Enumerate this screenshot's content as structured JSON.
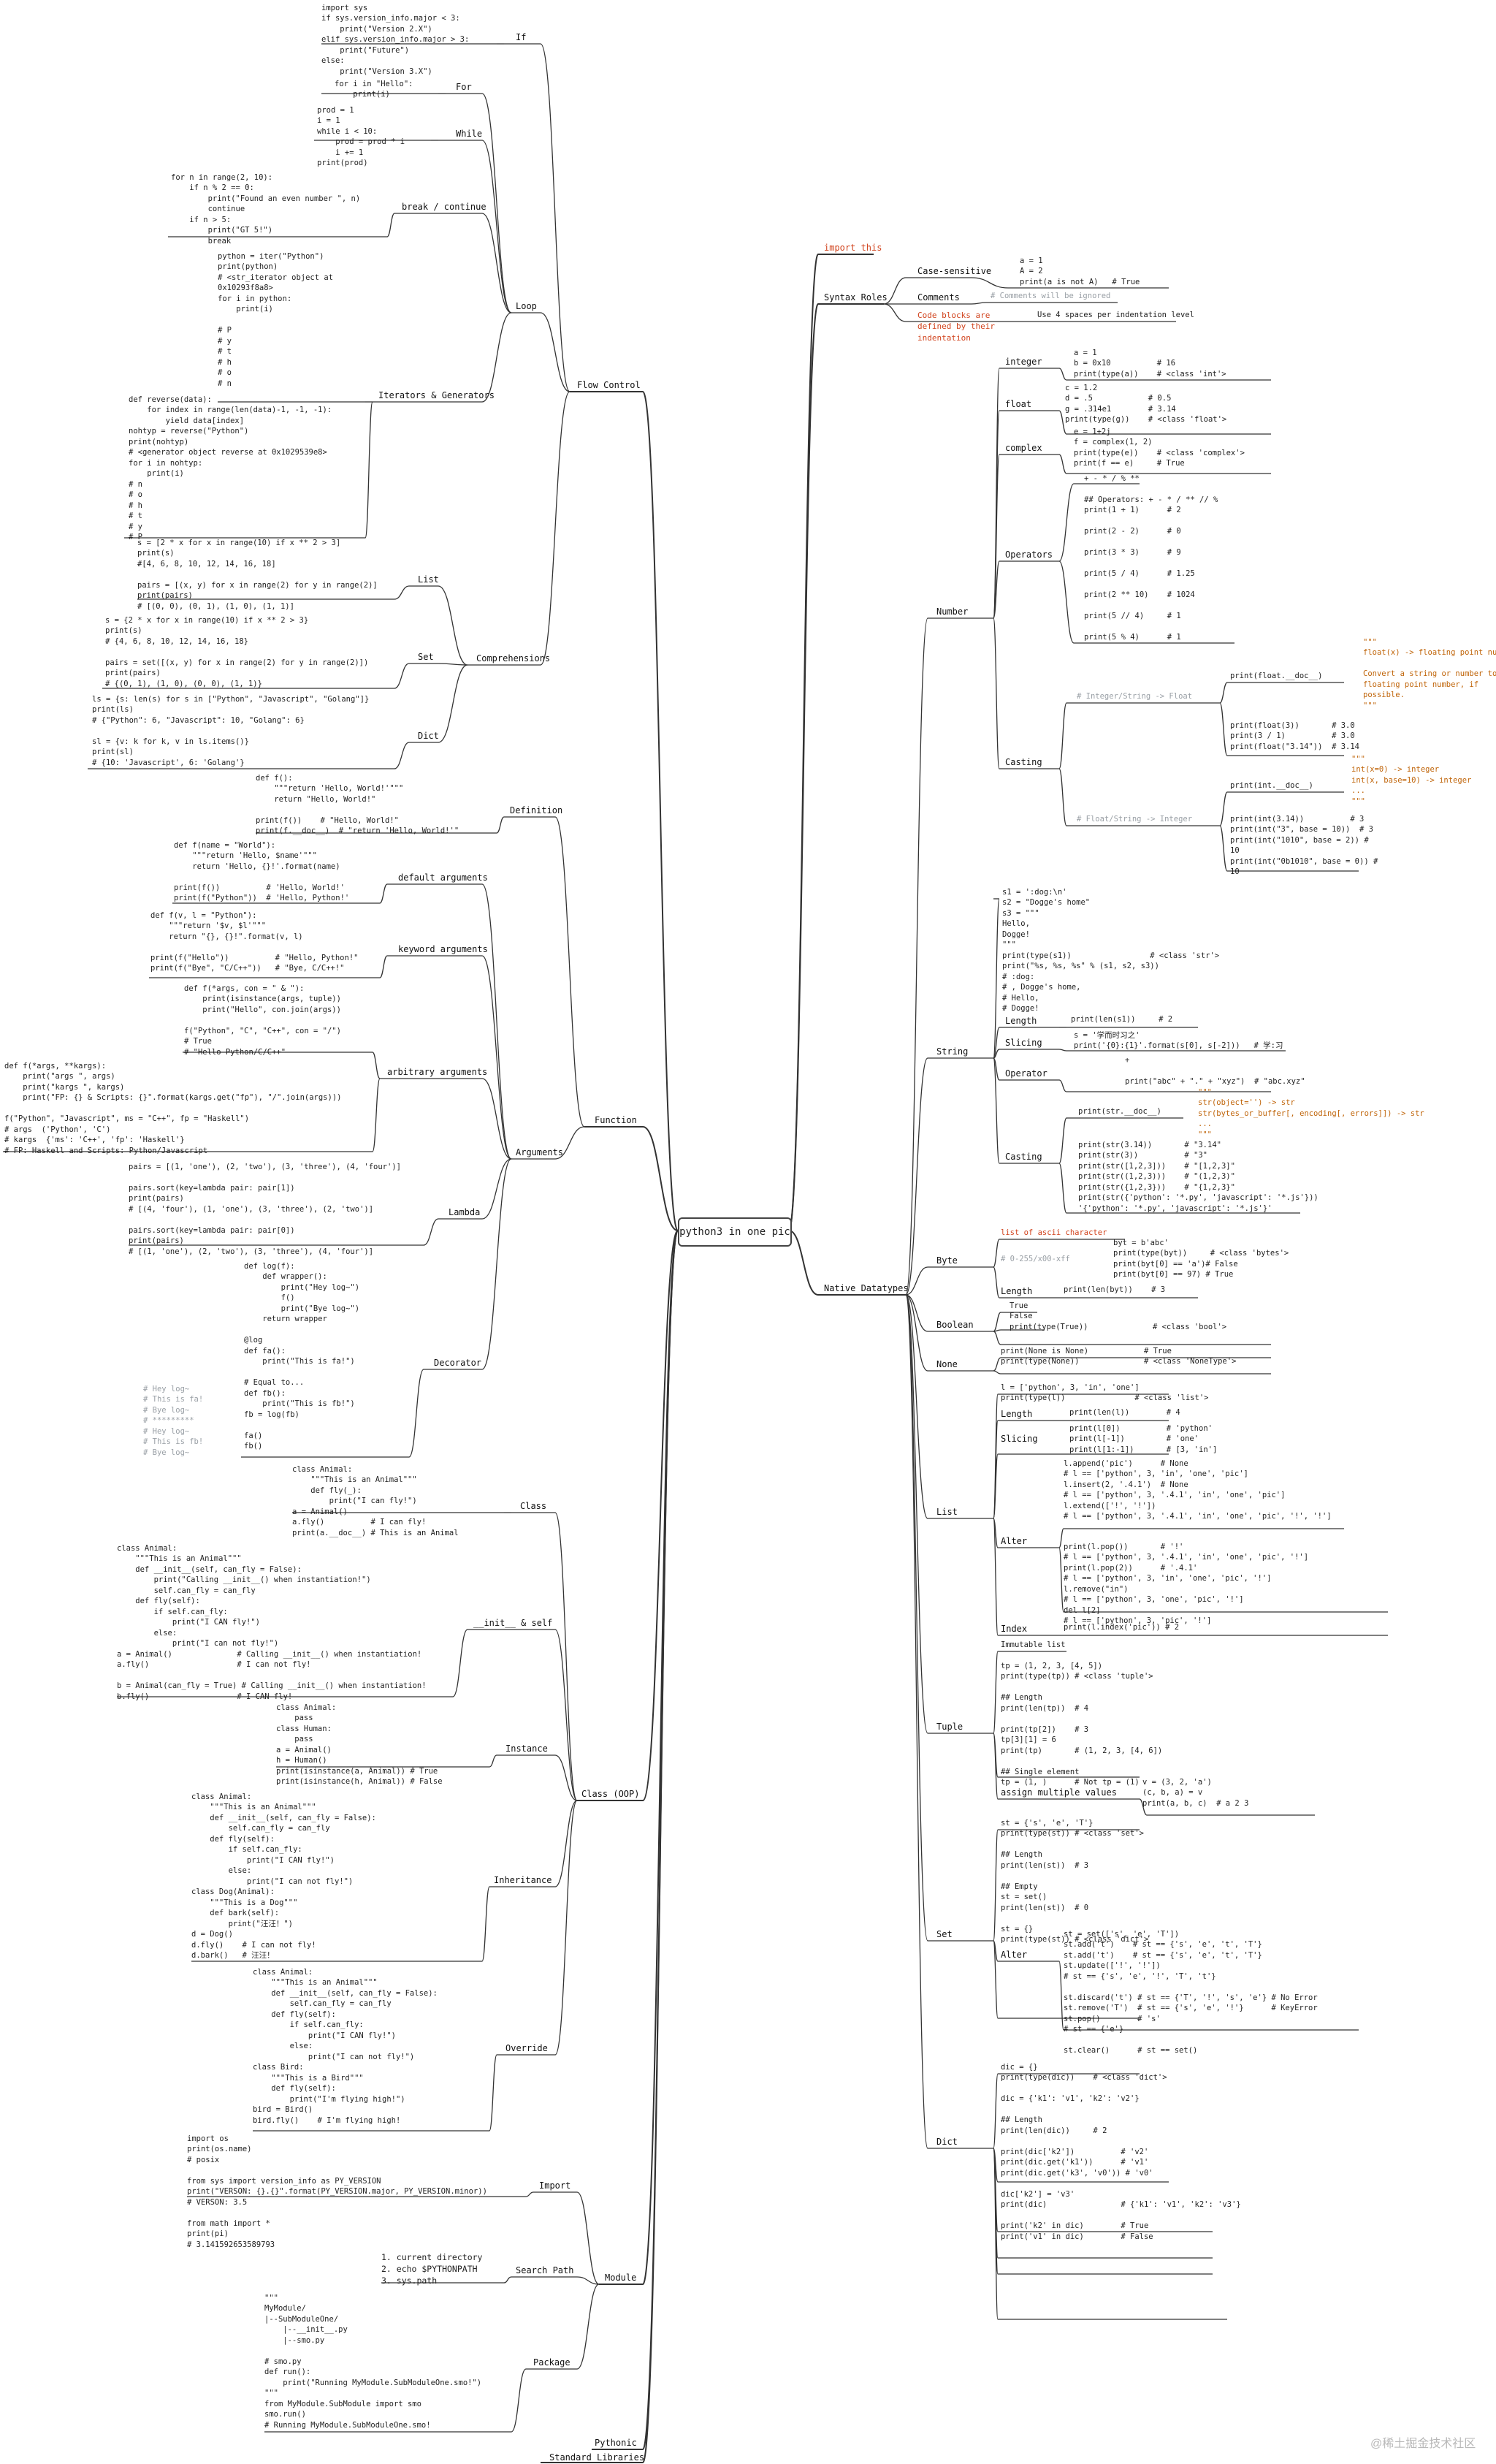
{
  "root": "python3 in one pic",
  "watermark": "@稀土掘金技术社区",
  "colors": {
    "keyword": "#d1431d",
    "string": "#c0650a",
    "comment": "#9aa0a6",
    "number": "#1f6fb2",
    "line": "#333333"
  },
  "branches": {
    "flow_control": "Flow Control",
    "if": "If",
    "loop": "Loop",
    "for": "For",
    "while": "While",
    "break_continue": "break / continue",
    "iterators": "Iterators & Generators",
    "comprehensions": "Comprehensions",
    "list_c": "List",
    "set_c": "Set",
    "dict_c": "Dict",
    "function": "Function",
    "definition": "Definition",
    "arguments": "Arguments",
    "default_args": "default arguments",
    "keyword_args": "keyword arguments",
    "arbitrary_args": "arbitrary arguments",
    "lambda": "Lambda",
    "decorator": "Decorator",
    "class_oop": "Class (OOP)",
    "class": "Class",
    "init_self": "__init__ & self",
    "instance": "Instance",
    "inheritance": "Inheritance",
    "override": "Override",
    "module": "Module",
    "import": "Import",
    "search_path": "Search Path",
    "package": "Package",
    "pythonic": "Pythonic",
    "stdlib": "Standard Libraries",
    "import_this": "import this",
    "syntax_roles": "Syntax Roles",
    "case_sensitive": "Case-sensitive",
    "comments": "Comments",
    "code_blocks": "Code blocks are\ndefined by their\nindentation",
    "native": "Native Datatypes",
    "number": "Number",
    "integer": "integer",
    "float": "float",
    "complex": "complex",
    "operators": "Operators",
    "casting": "Casting",
    "string": "String",
    "length": "Length",
    "slicing": "Slicing",
    "s_operator": "Operator",
    "s_casting": "Casting",
    "byte": "Byte",
    "b_length": "Length",
    "boolean": "Boolean",
    "none": "None",
    "list": "List",
    "l_length": "Length",
    "l_slicing": "Slicing",
    "alter": "Alter",
    "index": "Index",
    "tuple": "Tuple",
    "assign_multi": "assign multiple values",
    "set": "Set",
    "set_alter": "Alter",
    "dict": "Dict"
  },
  "snippets": {
    "if": "import sys\nif sys.version_info.major < 3:\n    print(\"Version 2.X\")\nelif sys.version_info.major > 3:\n    print(\"Future\")\nelse:\n    print(\"Version 3.X\")",
    "for": "for i in \"Hello\":\n    print(i)",
    "while": "prod = 1\ni = 1\nwhile i < 10:\n    prod = prod * i\n    i += 1\nprint(prod)",
    "break": "for n in range(2, 10):\n    if n % 2 == 0:\n        print(\"Found an even number \", n)\n        continue\n    if n > 5:\n        print(\"GT 5!\")\n        break",
    "iter": "python = iter(\"Python\")\nprint(python)\n# <str_iterator object at\n0x10293f8a8>\nfor i in python:\n    print(i)\n\n# P\n# y\n# t\n# h\n# o\n# n",
    "gen": "def reverse(data):\n    for index in range(len(data)-1, -1, -1):\n        yield data[index]\nnohtyp = reverse(\"Python\")\nprint(nohtyp)\n# <generator object reverse at 0x1029539e8>\nfor i in nohtyp:\n    print(i)\n# n\n# o\n# h\n# t\n# y\n# P",
    "list_c": "s = [2 * x for x in range(10) if x ** 2 > 3]\nprint(s)\n#[4, 6, 8, 10, 12, 14, 16, 18]\n\npairs = [(x, y) for x in range(2) for y in range(2)]\nprint(pairs)\n# [(0, 0), (0, 1), (1, 0), (1, 1)]",
    "set_c": "s = {2 * x for x in range(10) if x ** 2 > 3}\nprint(s)\n# {4, 6, 8, 10, 12, 14, 16, 18}\n\npairs = set([(x, y) for x in range(2) for y in range(2)])\nprint(pairs)\n# {(0, 1), (1, 0), (0, 0), (1, 1)}",
    "dict_c": "ls = {s: len(s) for s in [\"Python\", \"Javascript\", \"Golang\"]}\nprint(ls)\n# {\"Python\": 6, \"Javascript\": 10, \"Golang\": 6}\n\nsl = {v: k for k, v in ls.items()}\nprint(sl)\n# {10: 'Javascript', 6: 'Golang'}",
    "definition": "def f():\n    \"\"\"return 'Hello, World!'\"\"\"\n    return \"Hello, World!\"\n\nprint(f())    # \"Hello, World!\"\nprint(f.__doc__)  # \"return 'Hello, World!'\"",
    "default_args": "def f(name = \"World\"):\n    \"\"\"return 'Hello, $name'\"\"\"\n    return 'Hello, {}!'.format(name)\n\nprint(f())          # 'Hello, World!'\nprint(f(\"Python\"))  # 'Hello, Python!'",
    "keyword_args": "def f(v, l = \"Python\"):\n    \"\"\"return '$v, $l'\"\"\"\n    return \"{}, {}!\".format(v, l)\n\nprint(f(\"Hello\"))          # \"Hello, Python!\"\nprint(f(\"Bye\", \"C/C++\"))   # \"Bye, C/C++!\"",
    "arbitrary_1": "def f(*args, con = \" & \"):\n    print(isinstance(args, tuple))\n    print(\"Hello\", con.join(args))\n\nf(\"Python\", \"C\", \"C++\", con = \"/\")\n# True\n# \"Hello Python/C/C++\"",
    "arbitrary_2": "def f(*args, **kargs):\n    print(\"args \", args)\n    print(\"kargs \", kargs)\n    print(\"FP: {} & Scripts: {}\".format(kargs.get(\"fp\"), \"/\".join(args)))\n\nf(\"Python\", \"Javascript\", ms = \"C++\", fp = \"Haskell\")\n# args  ('Python', 'C')\n# kargs  {'ms': 'C++', 'fp': 'Haskell'}\n# FP: Haskell and Scripts: Python/Javascript",
    "lambda": "pairs = [(1, 'one'), (2, 'two'), (3, 'three'), (4, 'four')]\n\npairs.sort(key=lambda pair: pair[1])\nprint(pairs)\n# [(4, 'four'), (1, 'one'), (3, 'three'), (2, 'two')]\n\npairs.sort(key=lambda pair: pair[0])\nprint(pairs)\n# [(1, 'one'), (2, 'two'), (3, 'three'), (4, 'four')]",
    "decorator": "def log(f):\n    def wrapper():\n        print(\"Hey log~\")\n        f()\n        print(\"Bye log~\")\n    return wrapper\n\n@log\ndef fa():\n    print(\"This is fa!\")\n\n# Equal to...\ndef fb():\n    print(\"This is fb!\")\nfb = log(fb)\n\nfa()\nfb()",
    "decorator_out": "# Hey log~\n# This is fa!\n# Bye log~\n# *********\n# Hey log~\n# This is fb!\n# Bye log~",
    "class": "class Animal:\n    \"\"\"This is an Animal\"\"\"\n    def fly(_):\n        print(\"I can fly!\")\na = Animal()\na.fly()          # I can fly!\nprint(a.__doc__) # This is an Animal",
    "init_self": "class Animal:\n    \"\"\"This is an Animal\"\"\"\n    def __init__(self, can_fly = False):\n        print(\"Calling __init__() when instantiation!\")\n        self.can_fly = can_fly\n    def fly(self):\n        if self.can_fly:\n            print(\"I CAN fly!\")\n        else:\n            print(\"I can not fly!\")\na = Animal()              # Calling __init__() when instantiation!\na.fly()                   # I can not fly!\n\nb = Animal(can_fly = True) # Calling __init__() when instantiation!\nb.fly()                   # I CAN fly!",
    "instance": "class Animal:\n    pass\nclass Human:\n    pass\na = Animal()\nh = Human()\nprint(isinstance(a, Animal)) # True\nprint(isinstance(h, Animal)) # False",
    "inheritance": "class Animal:\n    \"\"\"This is an Animal\"\"\"\n    def __init__(self, can_fly = False):\n        self.can_fly = can_fly\n    def fly(self):\n        if self.can_fly:\n            print(\"I CAN fly!\")\n        else:\n            print(\"I can not fly!\")\nclass Dog(Animal):\n    \"\"\"This is a Dog\"\"\"\n    def bark(self):\n        print(\"汪汪！\")\nd = Dog()\nd.fly()    # I can not fly!\nd.bark()   # 汪汪！",
    "override": "class Animal:\n    \"\"\"This is an Animal\"\"\"\n    def __init__(self, can_fly = False):\n        self.can_fly = can_fly\n    def fly(self):\n        if self.can_fly:\n            print(\"I CAN fly!\")\n        else:\n            print(\"I can not fly!\")\nclass Bird:\n    \"\"\"This is a Bird\"\"\"\n    def fly(self):\n        print(\"I'm flying high!\")\nbird = Bird()\nbird.fly()    # I'm flying high!",
    "import": "import os\nprint(os.name)\n# posix\n\nfrom sys import version_info as PY_VERSION\nprint(\"VERSON: {}.{}\".format(PY_VERSION.major, PY_VERSION.minor))\n# VERSON: 3.5\n\nfrom math import *\nprint(pi)\n# 3.141592653589793",
    "search_path": "1. current directory\n2. echo $PYTHONPATH\n3. sys.path",
    "package": "\"\"\"\nMyModule/\n|--SubModuleOne/\n    |--__init__.py\n    |--smo.py\n\n# smo.py\ndef run():\n    print(\"Running MyModule.SubModuleOne.smo!\")\n\"\"\"\nfrom MyModule.SubModule import smo\nsmo.run()\n# Running MyModule.SubModuleOne.smo!",
    "case_sensitive": "a = 1\nA = 2\nprint(a is not A)   # True",
    "comments": "# Comments will be ignored",
    "code_blocks": "Use 4 spaces per indentation level",
    "integer": "a = 1\nb = 0x10          # 16\nprint(type(a))    # <class 'int'>",
    "float": "c = 1.2\nd = .5            # 0.5\ng = .314e1        # 3.14\nprint(type(g))    # <class 'float'>",
    "complex": "e = 1+2j\nf = complex(1, 2)\nprint(type(e))    # <class 'complex'>\nprint(f == e)     # True",
    "operators": "+ - * / % **\n\n## Operators: + - * / ** // %\nprint(1 + 1)      # 2\n\nprint(2 - 2)      # 0\n\nprint(3 * 3)      # 9\n\nprint(5 / 4)      # 1.25\n\nprint(2 ** 10)    # 1024\n\nprint(5 // 4)     # 1\n\nprint(5 % 4)      # 1",
    "cast_float_hdr": "# Integer/String -> Float",
    "cast_float": "print(float.__doc__)",
    "cast_float_doc": "\"\"\"\nfloat(x) -> floating point number\n\nConvert a string or number to a\nfloating point number, if\npossible.\n\"\"\"",
    "cast_float_ex": "print(float(3))       # 3.0\nprint(3 / 1)          # 3.0\nprint(float(\"3.14\"))  # 3.14",
    "cast_int_hdr": "# Float/String -> Integer",
    "cast_int": "print(int.__doc__)",
    "cast_int_doc": "\"\"\"\nint(x=0) -> integer\nint(x, base=10) -> integer\n...\n\"\"\"",
    "cast_int_ex": "print(int(3.14))          # 3\nprint(int(\"3\", base = 10))  # 3\nprint(int(\"1010\", base = 2)) #\n10\nprint(int(\"0b1010\", base = 0)) #\n10",
    "string": "s1 = ':dog:\\n'\ns2 = \"Dogge's home\"\ns3 = \"\"\"\nHello,\nDogge!\n\"\"\"\nprint(type(s1))                 # <class 'str'>\nprint(\"%s, %s, %s\" % (s1, s2, s3))\n# :dog:\n# , Dogge's home,\n# Hello,\n# Dogge!",
    "s_length": "print(len(s1))     # 2",
    "s_slicing": "s = '学而时习之'\nprint('{0}:{1}'.format(s[0], s[-2]))   # 学:习",
    "s_operator": "+\n\nprint(\"abc\" + \".\" + \"xyz\")  # \"abc.xyz\"",
    "s_cast": "print(str.__doc__)",
    "s_cast_doc": "\"\"\"\nstr(object='') -> str\nstr(bytes_or_buffer[, encoding[, errors]]) -> str\n...\n\"\"\"",
    "s_cast_ex": "print(str(3.14))       # \"3.14\"\nprint(str(3))          # \"3\"\nprint(str([1,2,3]))    # \"[1,2,3]\"\nprint(str((1,2,3)))    # \"(1,2,3)\"\nprint(str({1,2,3}))    # \"{1,2,3}\"\nprint(str({'python': '*.py', 'javascript': '*.js'}))\n'{'python': '*.py', 'javascript': '*.js'}'",
    "byte_hdr": "list of ascii character",
    "byte_range": "# 0-255/x00-xff",
    "byte": "byt = b'abc'\nprint(type(byt))     # <class 'bytes'>\nprint(byt[0] == 'a')# False\nprint(byt[0] == 97) # True",
    "b_length": "print(len(byt))    # 3",
    "boolean": "True\nFalse\nprint(type(True))              # <class 'bool'>",
    "none": "print(None is None)            # True\nprint(type(None))              # <class 'NoneType'>",
    "list": "l = ['python', 3, 'in', 'one']\nprint(type(l))               # <class 'list'>",
    "l_length": "print(len(l))        # 4",
    "l_slicing": "print(l[0])          # 'python'\nprint(l[-1])         # 'one'\nprint(l[1:-1])       # [3, 'in']",
    "alter_1": "l.append('pic')      # None\n# l == ['python', 3, 'in', 'one', 'pic']\nl.insert(2, '.4.1')  # None\n# l == ['python', 3, '.4.1', 'in', 'one', 'pic']\nl.extend(['!', '!'])\n# l == ['python', 3, '.4.1', 'in', 'one', 'pic', '!', '!']",
    "alter_2": "print(l.pop())       # '!'\n# l == ['python', 3, '.4.1', 'in', 'one', 'pic', '!']\nprint(l.pop(2))      # '.4.1'\n# l == ['python', 3, 'in', 'one', 'pic', '!']\nl.remove(\"in\")\n# l == ['python', 3, 'one', 'pic', '!']\ndel l[2]\n# l == ['python', 3, 'pic', '!']",
    "index": "print(l.index('pic')) # 2",
    "tuple": "Immutable list\n\ntp = (1, 2, 3, [4, 5])\nprint(type(tp)) # <class 'tuple'>\n\n## Length\nprint(len(tp))  # 4\n\nprint(tp[2])    # 3\ntp[3][1] = 6\nprint(tp)       # (1, 2, 3, [4, 6])\n\n## Single element\ntp = (1, )      # Not tp = (1)",
    "assign_multi": "v = (3, 2, 'a')\n(c, b, a) = v\nprint(a, b, c)  # a 2 3",
    "set": "st = {'s', 'e', 'T'}\nprint(type(st)) # <class 'set'>\n\n## Length\nprint(len(st))  # 3\n\n## Empty\nst = set()\nprint(len(st))  # 0\n\nst = {}\nprint(type(st)) # <class 'dict'>",
    "set_alter": "st = set(['s', 'e', 'T'])\nst.add('t')    # st == {'s', 'e', 't', 'T'}\nst.add('t')    # st == {'s', 'e', 't', 'T'}\nst.update(['!', '!'])\n# st == {'s', 'e', '!', 'T', 't'}\n\nst.discard('t') # st == {'T', '!', 's', 'e'} # No Error\nst.remove('T')  # st == {'s', 'e', '!'}      # KeyError\nst.pop()        # 's'\n# st == {'e'}\n\nst.clear()      # st == set()",
    "dict": "dic = {}\nprint(type(dic))    # <class 'dict'>\n\ndic = {'k1': 'v1', 'k2': 'v2'}\n\n## Length\nprint(len(dic))     # 2\n\nprint(dic['k2'])          # 'v2'\nprint(dic.get('k1'))      # 'v1'\nprint(dic.get('k3', 'v0')) # 'v0'\n\ndic['k2'] = 'v3'\nprint(dic)                # {'k1': 'v1', 'k2': 'v3'}\n\nprint('k2' in dic)        # True\nprint('v1' in dic)        # False"
  }
}
